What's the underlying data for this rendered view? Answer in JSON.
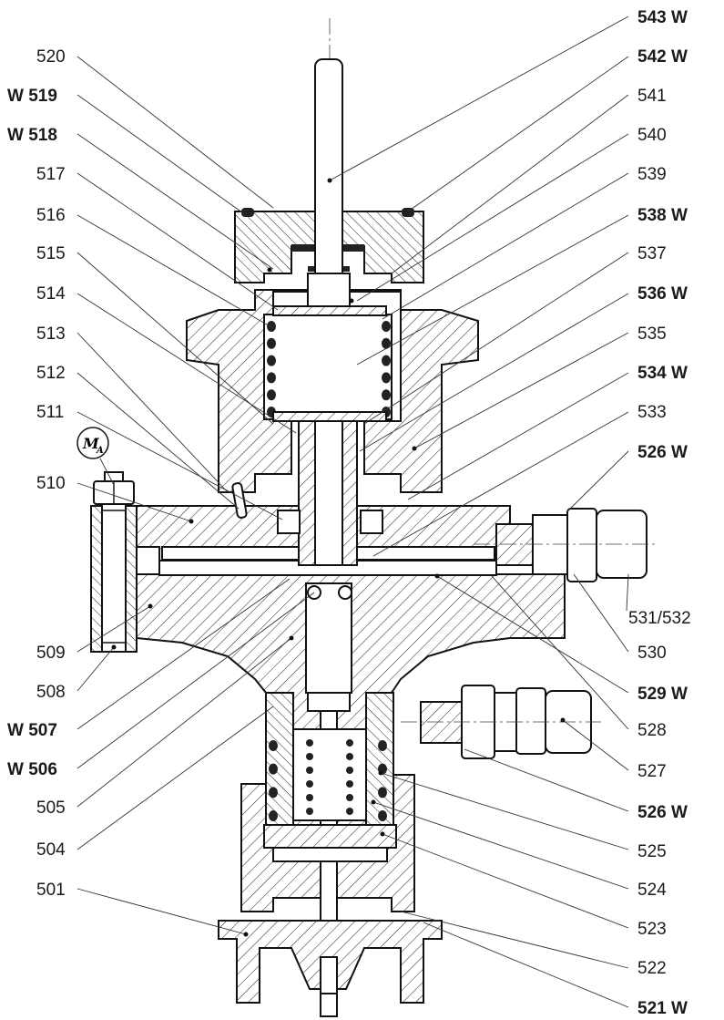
{
  "labels_left": [
    {
      "id": "520",
      "text": "520",
      "bold": false
    },
    {
      "id": "519",
      "text": "W 519",
      "bold": true
    },
    {
      "id": "518",
      "text": "W 518",
      "bold": true
    },
    {
      "id": "517",
      "text": "517",
      "bold": false
    },
    {
      "id": "516",
      "text": "516",
      "bold": false
    },
    {
      "id": "515",
      "text": "515",
      "bold": false
    },
    {
      "id": "514",
      "text": "514",
      "bold": false
    },
    {
      "id": "513",
      "text": "513",
      "bold": false
    },
    {
      "id": "512",
      "text": "512",
      "bold": false
    },
    {
      "id": "511",
      "text": "511",
      "bold": false
    },
    {
      "id": "510",
      "text": "510",
      "bold": false
    },
    {
      "id": "509",
      "text": "509",
      "bold": false
    },
    {
      "id": "508",
      "text": "508",
      "bold": false
    },
    {
      "id": "507",
      "text": "W 507",
      "bold": true
    },
    {
      "id": "506",
      "text": "W 506",
      "bold": true
    },
    {
      "id": "505",
      "text": "505",
      "bold": false
    },
    {
      "id": "504",
      "text": "504",
      "bold": false
    },
    {
      "id": "501",
      "text": "501",
      "bold": false
    }
  ],
  "labels_right": [
    {
      "id": "543",
      "text": "543 W",
      "bold": true
    },
    {
      "id": "542",
      "text": "542 W",
      "bold": true
    },
    {
      "id": "541",
      "text": "541",
      "bold": false
    },
    {
      "id": "540",
      "text": "540",
      "bold": false
    },
    {
      "id": "539",
      "text": "539",
      "bold": false
    },
    {
      "id": "538",
      "text": "538 W",
      "bold": true
    },
    {
      "id": "537",
      "text": "537",
      "bold": false
    },
    {
      "id": "536",
      "text": "536 W",
      "bold": true
    },
    {
      "id": "535",
      "text": "535",
      "bold": false
    },
    {
      "id": "534",
      "text": "534 W",
      "bold": true
    },
    {
      "id": "533",
      "text": "533",
      "bold": false
    },
    {
      "id": "526a",
      "text": "526 W",
      "bold": true
    },
    {
      "id": "531",
      "text": "531/532",
      "bold": false
    },
    {
      "id": "530",
      "text": "530",
      "bold": false
    },
    {
      "id": "529",
      "text": "529 W",
      "bold": true
    },
    {
      "id": "528",
      "text": "528",
      "bold": false
    },
    {
      "id": "527",
      "text": "527",
      "bold": false
    },
    {
      "id": "526b",
      "text": "526 W",
      "bold": true
    },
    {
      "id": "525",
      "text": "525",
      "bold": false
    },
    {
      "id": "524",
      "text": "524",
      "bold": false
    },
    {
      "id": "523",
      "text": "523",
      "bold": false
    },
    {
      "id": "522",
      "text": "522",
      "bold": false
    },
    {
      "id": "521",
      "text": "521 W",
      "bold": true
    }
  ],
  "torque_symbol": {
    "main": "M",
    "sub": "A"
  }
}
